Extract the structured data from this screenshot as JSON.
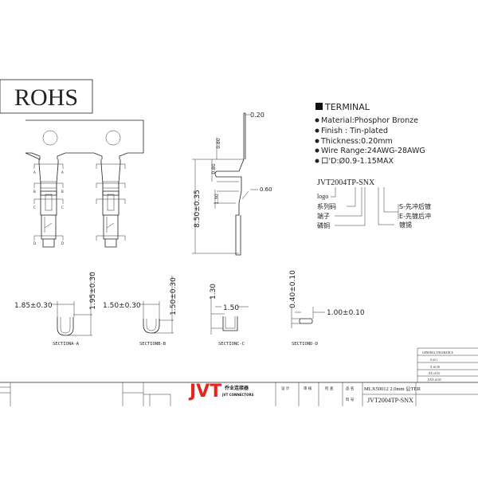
{
  "rohs_label": "ROHS",
  "spec": {
    "title": "TERMINAL",
    "items": [
      "Material:Phosphor Bronze",
      "Finish : Tin-plated",
      "Thickness:0.20mm",
      "Wire Range:24AWG-28AWG",
      "口'D:Ø0.9-1.15MAX"
    ]
  },
  "part_code": {
    "code": "JVT2004TP-SNX",
    "legend": [
      "logo",
      "系列码",
      "端子",
      "磷铜",
      "镀锡"
    ],
    "plating_options": [
      "S-先冲后镀",
      "E-先镀后冲"
    ]
  },
  "side_view": {
    "dims": [
      "0.20",
      "0.80",
      "0.80",
      "0.60",
      "1.30",
      "8.50±0.35"
    ]
  },
  "sections": [
    {
      "label": "SECTIONA-A",
      "width": "1.85±0.30",
      "height": "1.95±0.30"
    },
    {
      "label": "SECTIONB-B",
      "width": "1.50±0.30",
      "height": "1.50±0.30"
    },
    {
      "label": "SECTIONC-C",
      "width": "1.50",
      "height": "1.30"
    },
    {
      "label": "SECTIOND-D",
      "width": "1.00±0.10",
      "height": "0.40±0.10"
    }
  ],
  "section_marks": [
    "A",
    "B",
    "C",
    "D"
  ],
  "tolerance": {
    "title": "GENERAL TOLERANCE",
    "rows": [
      "0  ±0.1",
      "X  ±0.30",
      ".XX  ±0.10",
      ".XXX  ±0.05"
    ]
  },
  "title_block": {
    "brand": "JVT",
    "brand_cn": "乔业连接器",
    "brand_en": "JVT CONNECTORS",
    "brand_color": "#e8251c",
    "headers": [
      "设 计",
      "审 核",
      "检 查",
      "品 名"
    ],
    "part_no_label": "料 号",
    "product_name": "MLX50012 2.0mm 公TER",
    "part_no": "JVT2004TP-SNX"
  }
}
